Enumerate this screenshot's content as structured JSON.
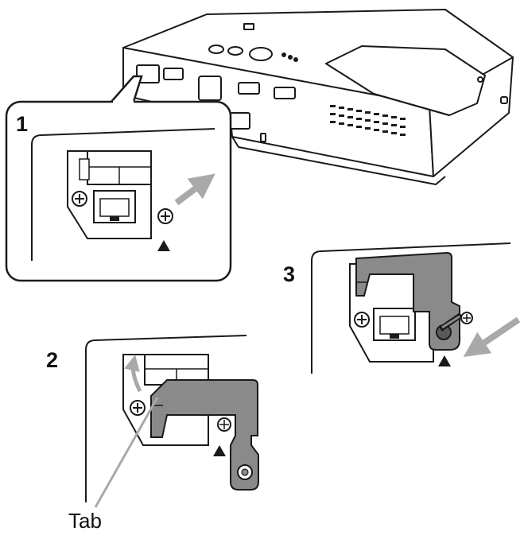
{
  "steps": {
    "step1": "1",
    "step2": "2",
    "step3": "3"
  },
  "callouts": {
    "tab": "Tab"
  },
  "colors": {
    "line": "#1a1a1a",
    "arrow": "#a9a9a9",
    "cover": "#8a8a8a",
    "cover_dark": "#6f6f6f",
    "background": "#ffffff"
  },
  "icons": {
    "screw": "screw-icon",
    "lan_port": "lan-port-icon",
    "alignment_mark": "triangle-mark-icon",
    "direction_arrow": "arrow-icon"
  }
}
